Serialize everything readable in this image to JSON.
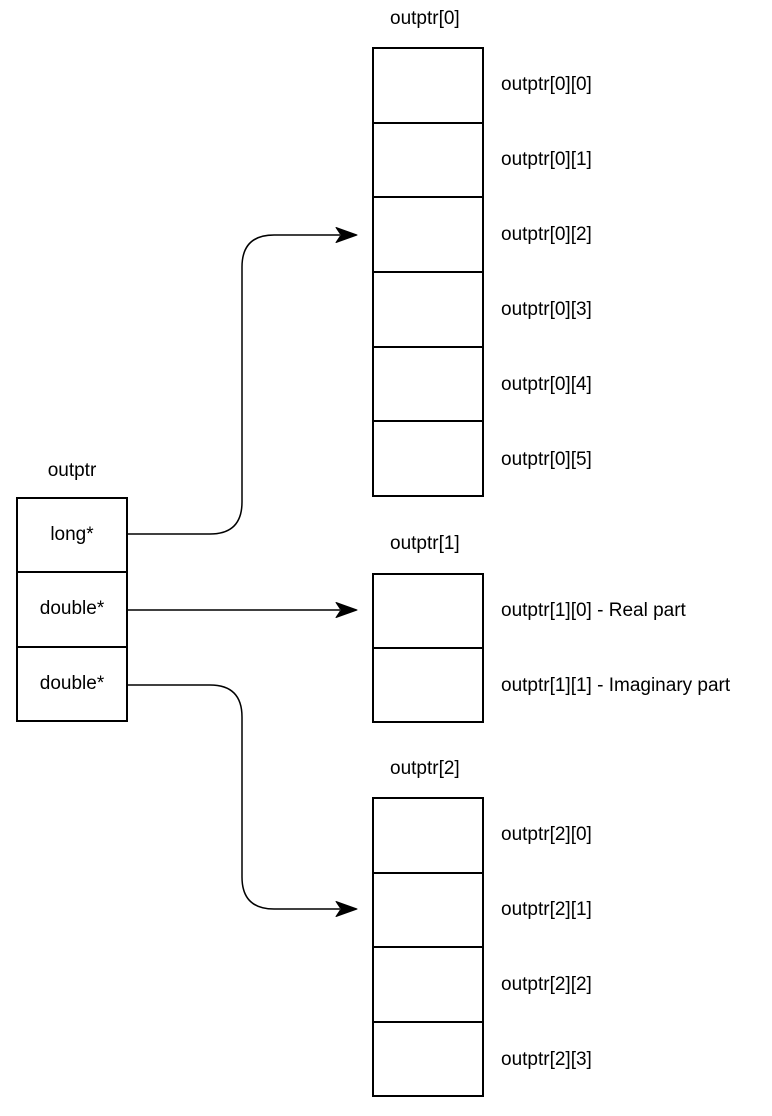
{
  "diagram": {
    "pointer_box": {
      "title": "outptr",
      "cells": [
        "long*",
        "double*",
        "double*"
      ]
    },
    "arrays": [
      {
        "title": "outptr[0]",
        "cell_labels": [
          "outptr[0][0]",
          "outptr[0][1]",
          "outptr[0][2]",
          "outptr[0][3]",
          "outptr[0][4]",
          "outptr[0][5]"
        ]
      },
      {
        "title": "outptr[1]",
        "cell_labels": [
          "outptr[1][0] - Real part",
          "outptr[1][1] - Imaginary part"
        ]
      },
      {
        "title": "outptr[2]",
        "cell_labels": [
          "outptr[2][0]",
          "outptr[2][1]",
          "outptr[2][2]",
          "outptr[2][3]"
        ]
      }
    ],
    "arrows": [
      {
        "from": "outptr cell 0 (long*)",
        "to": "outptr[0] array"
      },
      {
        "from": "outptr cell 1 (double*)",
        "to": "outptr[1] array"
      },
      {
        "from": "outptr cell 2 (double*)",
        "to": "outptr[2] array"
      }
    ],
    "colors": {
      "line": "#000000",
      "text": "#000000",
      "background": "#ffffff",
      "cell_fill": "#ffffff"
    }
  }
}
